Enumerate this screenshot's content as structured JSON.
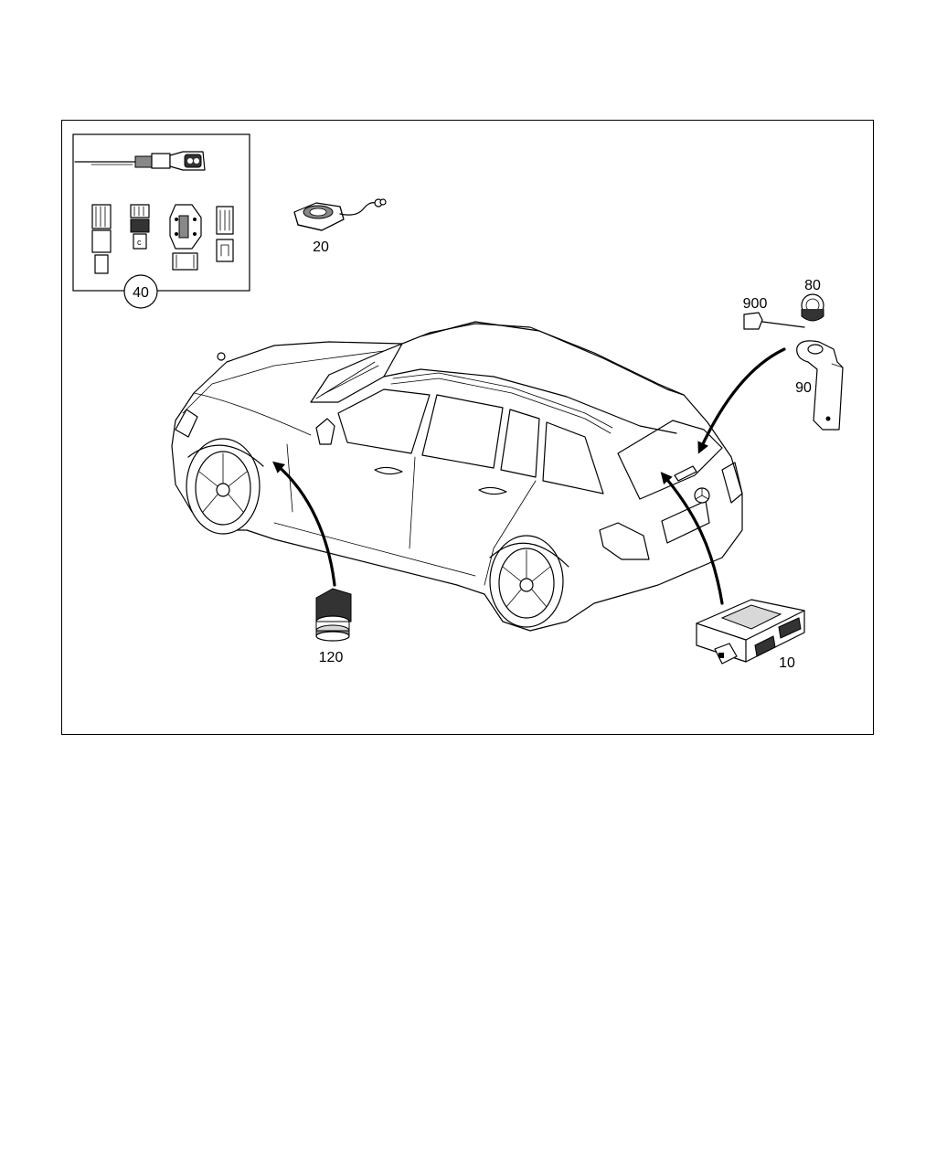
{
  "callouts": {
    "c10": "10",
    "c20": "20",
    "c40": "40",
    "c80": "80",
    "c90": "90",
    "c120": "120",
    "c900": "900"
  },
  "colors": {
    "line": "#000000",
    "background": "#ffffff"
  }
}
